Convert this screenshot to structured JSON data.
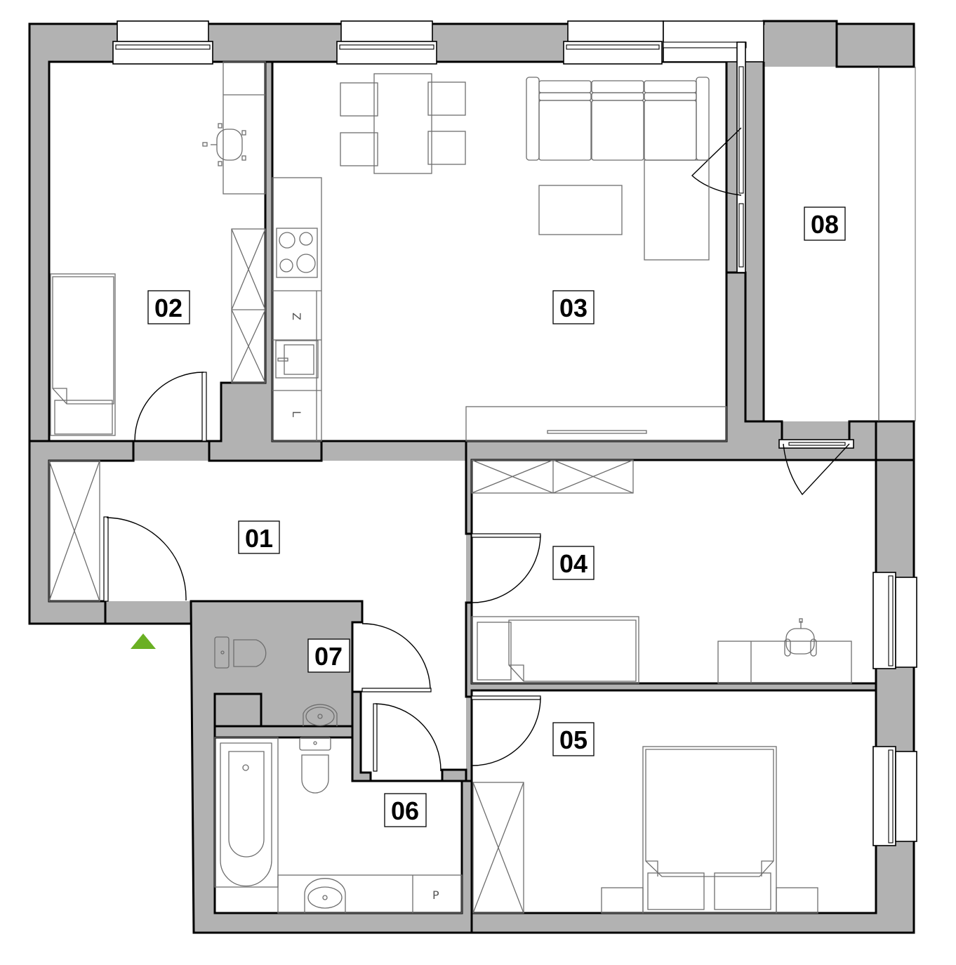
{
  "plan": {
    "type": "apartment-floor-plan",
    "rooms": [
      {
        "id": "01",
        "label": "01"
      },
      {
        "id": "02",
        "label": "02"
      },
      {
        "id": "03",
        "label": "03"
      },
      {
        "id": "04",
        "label": "04"
      },
      {
        "id": "05",
        "label": "05"
      },
      {
        "id": "06",
        "label": "06"
      },
      {
        "id": "07",
        "label": "07"
      },
      {
        "id": "08",
        "label": "08"
      }
    ],
    "kitchen_marks": {
      "fridge": "Z",
      "dishwasher": "L"
    },
    "bathroom_marks": {
      "washer": "P"
    },
    "entrance_marker": {
      "icon": "entrance-triangle-icon",
      "color": "#6ab023"
    },
    "colors": {
      "wall": "#b2b2b2",
      "outline": "#000000",
      "furniture": "#6e6e6e",
      "background": "#ffffff"
    }
  }
}
